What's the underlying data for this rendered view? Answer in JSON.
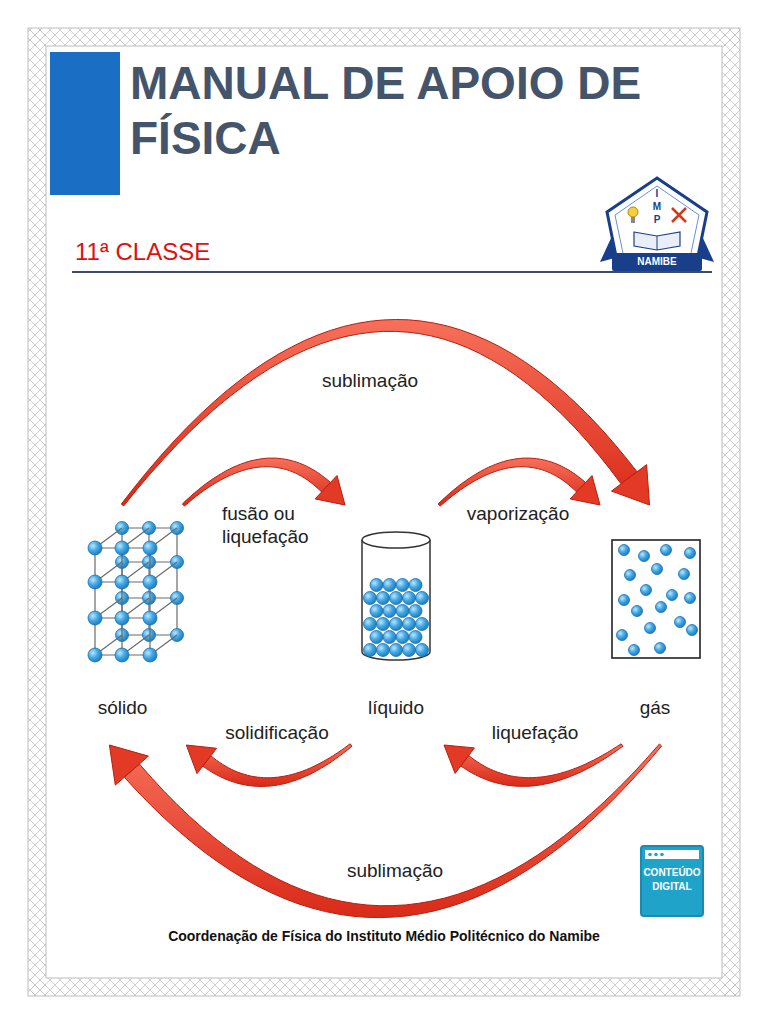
{
  "diagram": {
    "title": "MANUAL DE APOIO DE FÍSICA",
    "caption": "Coordenação de Física do Instituto Médio Politécnico do Namibe",
    "nodes": [
      {
        "text": [
          "sólido"
        ]
      },
      {
        "text": [
          "líquido"
        ]
      },
      {
        "text": [
          "gás"
        ]
      }
    ],
    "edges": [
      {
        "from": 0,
        "to": 2,
        "arrow": "to",
        "label": "sublimação"
      },
      {
        "from": 0,
        "to": 1,
        "arrow": "to",
        "label": "fusão ou liquefação"
      },
      {
        "from": 1,
        "to": 2,
        "arrow": "to",
        "label": "vaporização"
      },
      {
        "from": 1,
        "to": 0,
        "arrow": "to",
        "label": "solidificação"
      },
      {
        "from": 2,
        "to": 1,
        "arrow": "to",
        "label": "liquefação"
      },
      {
        "from": 2,
        "to": 0,
        "arrow": "to",
        "label": "sublimação"
      }
    ],
    "labels": [
      "11ª CLASSE",
      "I",
      "M",
      "P",
      "NAMIBE",
      "CONTEÚDO DIGITAL"
    ]
  }
}
